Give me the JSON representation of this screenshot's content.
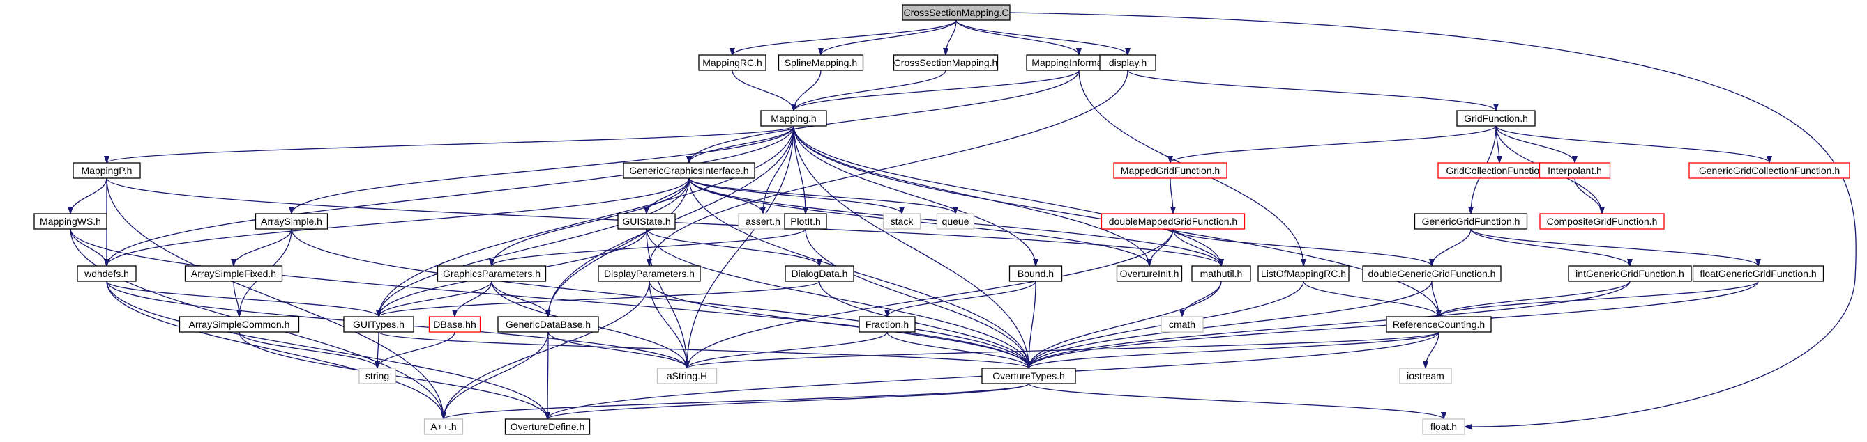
{
  "colors": {
    "edge": "#191970",
    "root_fill": "#bfbfbf",
    "normal_border": "#000000",
    "missing_border": "#bfbfbf",
    "undocumented_border": "#ff0000",
    "text": "#000000"
  },
  "nodes": [
    {
      "id": "root",
      "label": "CrossSectionMapping.C",
      "kind": "root"
    },
    {
      "id": "mappingrc",
      "label": "MappingRC.h",
      "kind": "normal"
    },
    {
      "id": "splinemapping",
      "label": "SplineMapping.h",
      "kind": "normal"
    },
    {
      "id": "crosssectionmapping",
      "label": "CrossSectionMapping.h",
      "kind": "normal"
    },
    {
      "id": "mappinginformation",
      "label": "MappingInformation.h",
      "kind": "normal"
    },
    {
      "id": "display",
      "label": "display.h",
      "kind": "normal"
    },
    {
      "id": "mapping",
      "label": "Mapping.h",
      "kind": "normal"
    },
    {
      "id": "gridfunction",
      "label": "GridFunction.h",
      "kind": "normal"
    },
    {
      "id": "mappingp",
      "label": "MappingP.h",
      "kind": "normal"
    },
    {
      "id": "genericgraphicsinterface",
      "label": "GenericGraphicsInterface.h",
      "kind": "normal"
    },
    {
      "id": "mappedgridfunction",
      "label": "MappedGridFunction.h",
      "kind": "undocumented"
    },
    {
      "id": "gridcollectionfunction",
      "label": "GridCollectionFunction.h",
      "kind": "undocumented"
    },
    {
      "id": "interpolant",
      "label": "Interpolant.h",
      "kind": "undocumented"
    },
    {
      "id": "genericgridcollectionfunction",
      "label": "GenericGridCollectionFunction.h",
      "kind": "undocumented"
    },
    {
      "id": "mappingws",
      "label": "MappingWS.h",
      "kind": "normal"
    },
    {
      "id": "arraysimple",
      "label": "ArraySimple.h",
      "kind": "normal"
    },
    {
      "id": "assert",
      "label": "assert.h",
      "kind": "missing"
    },
    {
      "id": "stack",
      "label": "stack",
      "kind": "missing"
    },
    {
      "id": "queue",
      "label": "queue",
      "kind": "missing"
    },
    {
      "id": "guistate",
      "label": "GUIState.h",
      "kind": "normal"
    },
    {
      "id": "plotit",
      "label": "PlotIt.h",
      "kind": "normal"
    },
    {
      "id": "doublemappedgridfunction",
      "label": "doubleMappedGridFunction.h",
      "kind": "undocumented"
    },
    {
      "id": "compositegridfunction",
      "label": "CompositeGridFunction.h",
      "kind": "undocumented"
    },
    {
      "id": "genericgridfunction",
      "label": "GenericGridFunction.h",
      "kind": "normal"
    },
    {
      "id": "wdhdefs",
      "label": "wdhdefs.h",
      "kind": "normal"
    },
    {
      "id": "arraysimplefixed",
      "label": "ArraySimpleFixed.h",
      "kind": "normal"
    },
    {
      "id": "graphicsparameters",
      "label": "GraphicsParameters.h",
      "kind": "normal"
    },
    {
      "id": "displayparameters",
      "label": "DisplayParameters.h",
      "kind": "normal"
    },
    {
      "id": "dialogdata",
      "label": "DialogData.h",
      "kind": "normal"
    },
    {
      "id": "bound",
      "label": "Bound.h",
      "kind": "normal"
    },
    {
      "id": "overtureinit",
      "label": "OvertureInit.h",
      "kind": "normal"
    },
    {
      "id": "mathutil",
      "label": "mathutil.h",
      "kind": "normal"
    },
    {
      "id": "listofmappingrc",
      "label": "ListOfMappingRC.h",
      "kind": "normal"
    },
    {
      "id": "doublegenericgridfunction",
      "label": "doubleGenericGridFunction.h",
      "kind": "normal"
    },
    {
      "id": "intgenericgridfunction",
      "label": "intGenericGridFunction.h",
      "kind": "normal"
    },
    {
      "id": "floatgenericgridfunction",
      "label": "floatGenericGridFunction.h",
      "kind": "normal"
    },
    {
      "id": "arraysimplecommon",
      "label": "ArraySimpleCommon.h",
      "kind": "normal"
    },
    {
      "id": "guitypes",
      "label": "GUITypes.h",
      "kind": "normal"
    },
    {
      "id": "dbase",
      "label": "DBase.hh",
      "kind": "undocumented"
    },
    {
      "id": "genericdatabase",
      "label": "GenericDataBase.h",
      "kind": "normal"
    },
    {
      "id": "fraction",
      "label": "Fraction.h",
      "kind": "normal"
    },
    {
      "id": "cmath",
      "label": "cmath",
      "kind": "missing"
    },
    {
      "id": "referencecounting",
      "label": "ReferenceCounting.h",
      "kind": "normal"
    },
    {
      "id": "string",
      "label": "string",
      "kind": "missing"
    },
    {
      "id": "astring",
      "label": "aString.H",
      "kind": "missing"
    },
    {
      "id": "overturetypes",
      "label": "OvertureTypes.h",
      "kind": "normal"
    },
    {
      "id": "iostream",
      "label": "iostream",
      "kind": "missing"
    },
    {
      "id": "aplusplus",
      "label": "A++.h",
      "kind": "missing"
    },
    {
      "id": "overturedefine",
      "label": "OvertureDefine.h",
      "kind": "normal"
    },
    {
      "id": "float",
      "label": "float.h",
      "kind": "missing"
    }
  ],
  "edges": [
    [
      "root",
      "mappingrc"
    ],
    [
      "root",
      "splinemapping"
    ],
    [
      "root",
      "crosssectionmapping"
    ],
    [
      "root",
      "mappinginformation"
    ],
    [
      "root",
      "display"
    ],
    [
      "root",
      "float"
    ],
    [
      "mappingrc",
      "mapping"
    ],
    [
      "splinemapping",
      "mapping"
    ],
    [
      "crosssectionmapping",
      "mapping"
    ],
    [
      "mappinginformation",
      "mapping"
    ],
    [
      "mappinginformation",
      "genericgraphicsinterface"
    ],
    [
      "mappinginformation",
      "listofmappingrc"
    ],
    [
      "display",
      "gridfunction"
    ],
    [
      "display",
      "displayparameters"
    ],
    [
      "mapping",
      "mappingp"
    ],
    [
      "mapping",
      "arraysimple"
    ],
    [
      "mapping",
      "genericgraphicsinterface"
    ],
    [
      "mapping",
      "assert"
    ],
    [
      "mapping",
      "plotit"
    ],
    [
      "mapping",
      "wdhdefs"
    ],
    [
      "mapping",
      "bound"
    ],
    [
      "mapping",
      "overtureinit"
    ],
    [
      "mapping",
      "mathutil"
    ],
    [
      "mapping",
      "referencecounting"
    ],
    [
      "mapping",
      "guitypes"
    ],
    [
      "mapping",
      "genericdatabase"
    ],
    [
      "mapping",
      "astring"
    ],
    [
      "mapping",
      "overturetypes"
    ],
    [
      "gridfunction",
      "mappedgridfunction"
    ],
    [
      "gridfunction",
      "gridcollectionfunction"
    ],
    [
      "gridfunction",
      "interpolant"
    ],
    [
      "gridfunction",
      "compositegridfunction"
    ],
    [
      "gridfunction",
      "genericgridcollectionfunction"
    ],
    [
      "gridfunction",
      "genericgridfunction"
    ],
    [
      "mappingp",
      "mappingws"
    ],
    [
      "mappingp",
      "wdhdefs"
    ],
    [
      "mappingp",
      "aplusplus"
    ],
    [
      "mappingp",
      "mathutil"
    ],
    [
      "genericgraphicsinterface",
      "wdhdefs"
    ],
    [
      "genericgraphicsinterface",
      "assert"
    ],
    [
      "genericgraphicsinterface",
      "stack"
    ],
    [
      "genericgraphicsinterface",
      "queue"
    ],
    [
      "genericgraphicsinterface",
      "guistate"
    ],
    [
      "genericgraphicsinterface",
      "graphicsparameters"
    ],
    [
      "genericgraphicsinterface",
      "guitypes"
    ],
    [
      "genericgraphicsinterface",
      "genericdatabase"
    ],
    [
      "genericgraphicsinterface",
      "overtureinit"
    ],
    [
      "genericgraphicsinterface",
      "mathutil"
    ],
    [
      "genericgraphicsinterface",
      "overturetypes"
    ],
    [
      "mappedgridfunction",
      "doublemappedgridfunction"
    ],
    [
      "interpolant",
      "compositegridfunction"
    ],
    [
      "mappingws",
      "wdhdefs"
    ],
    [
      "mappingws",
      "aplusplus"
    ],
    [
      "mappingws",
      "overturetypes"
    ],
    [
      "arraysimple",
      "arraysimplefixed"
    ],
    [
      "arraysimple",
      "arraysimplecommon"
    ],
    [
      "arraysimple",
      "overturetypes"
    ],
    [
      "guistate",
      "dialogdata"
    ],
    [
      "guistate",
      "guitypes"
    ],
    [
      "guistate",
      "astring"
    ],
    [
      "guistate",
      "overturetypes"
    ],
    [
      "plotit",
      "graphicsparameters"
    ],
    [
      "plotit",
      "overturetypes"
    ],
    [
      "doublemappedgridfunction",
      "overtureinit"
    ],
    [
      "doublemappedgridfunction",
      "mathutil"
    ],
    [
      "doublemappedgridfunction",
      "doublegenericgridfunction"
    ],
    [
      "doublemappedgridfunction",
      "astring"
    ],
    [
      "genericgridfunction",
      "doublegenericgridfunction"
    ],
    [
      "genericgridfunction",
      "intgenericgridfunction"
    ],
    [
      "genericgridfunction",
      "floatgenericgridfunction"
    ],
    [
      "wdhdefs",
      "guitypes"
    ],
    [
      "wdhdefs",
      "astring"
    ],
    [
      "wdhdefs",
      "aplusplus"
    ],
    [
      "wdhdefs",
      "overturedefine"
    ],
    [
      "arraysimplefixed",
      "arraysimplecommon"
    ],
    [
      "graphicsparameters",
      "guitypes"
    ],
    [
      "graphicsparameters",
      "dbase"
    ],
    [
      "graphicsparameters",
      "genericdatabase"
    ],
    [
      "graphicsparameters",
      "astring"
    ],
    [
      "displayparameters",
      "astring"
    ],
    [
      "displayparameters",
      "aplusplus"
    ],
    [
      "displayparameters",
      "overturetypes"
    ],
    [
      "dialogdata",
      "guitypes"
    ],
    [
      "dialogdata",
      "overturetypes"
    ],
    [
      "bound",
      "fraction"
    ],
    [
      "bound",
      "overturetypes"
    ],
    [
      "mathutil",
      "cmath"
    ],
    [
      "mathutil",
      "overturetypes"
    ],
    [
      "listofmappingrc",
      "referencecounting"
    ],
    [
      "listofmappingrc",
      "overturetypes"
    ],
    [
      "doublegenericgridfunction",
      "referencecounting"
    ],
    [
      "doublegenericgridfunction",
      "overturetypes"
    ],
    [
      "intgenericgridfunction",
      "referencecounting"
    ],
    [
      "intgenericgridfunction",
      "overturetypes"
    ],
    [
      "floatgenericgridfunction",
      "referencecounting"
    ],
    [
      "floatgenericgridfunction",
      "overturetypes"
    ],
    [
      "arraysimplecommon",
      "string"
    ],
    [
      "arraysimplecommon",
      "overturedefine"
    ],
    [
      "guitypes",
      "string"
    ],
    [
      "guitypes",
      "overturetypes"
    ],
    [
      "dbase",
      "string"
    ],
    [
      "genericdatabase",
      "astring"
    ],
    [
      "genericdatabase",
      "aplusplus"
    ],
    [
      "genericdatabase",
      "overturedefine"
    ],
    [
      "fraction",
      "astring"
    ],
    [
      "fraction",
      "overturetypes"
    ],
    [
      "referencecounting",
      "iostream"
    ],
    [
      "referencecounting",
      "astring"
    ],
    [
      "referencecounting",
      "overturetypes"
    ],
    [
      "referencecounting",
      "overturedefine"
    ],
    [
      "overturetypes",
      "aplusplus"
    ],
    [
      "overturetypes",
      "overturedefine"
    ],
    [
      "overturetypes",
      "float"
    ]
  ]
}
